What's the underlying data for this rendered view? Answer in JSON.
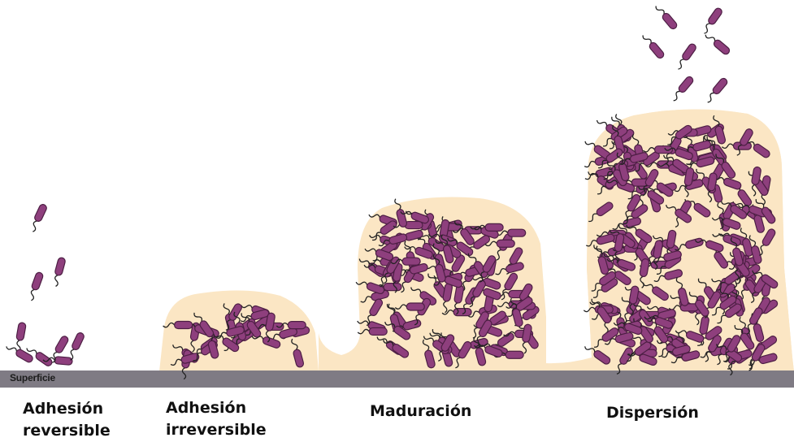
{
  "surface": {
    "label": "Superficie"
  },
  "stages": [
    {
      "line1": "Adhesión",
      "line2": "reversible"
    },
    {
      "line1": "Adhesión",
      "line2": "irreversible"
    },
    {
      "line1": "Maduración",
      "line2": ""
    },
    {
      "line1": "Dispersión",
      "line2": ""
    }
  ],
  "colors": {
    "matrix": "#fbe6c4",
    "bacterium_fill": "#8e3f7d",
    "bacterium_stroke": "#4d1f44",
    "flagellum": "#222222",
    "surface": "#7f7b84"
  }
}
